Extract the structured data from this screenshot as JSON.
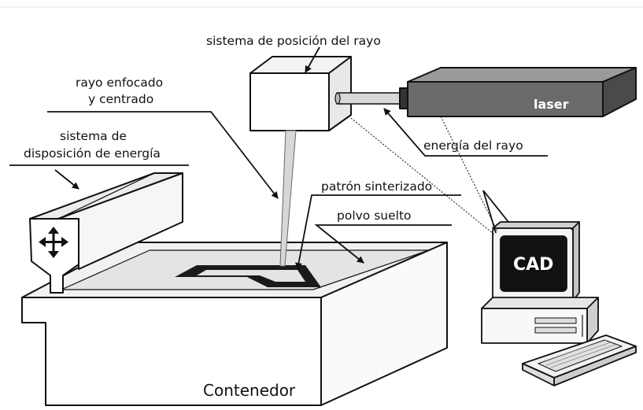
{
  "labels": {
    "beam_positioning": "sistema de posición del rayo",
    "focused_beam_line1": "rayo enfocado",
    "focused_beam_line2": "y centrado",
    "energy_system_line1": "sistema de",
    "energy_system_line2": "disposición de energía",
    "sintered_pattern": "patrón sinterizado",
    "loose_powder": "polvo suelto",
    "beam_energy": "energía del rayo",
    "container": "Contenedor",
    "laser": "laser",
    "cad": "CAD"
  },
  "colors": {
    "laser_body": "#6b6b6b",
    "laser_top": "#9a9a9a",
    "outline": "#111111",
    "screen": "#111111"
  },
  "icons": [
    "four-way-arrow-icon"
  ]
}
